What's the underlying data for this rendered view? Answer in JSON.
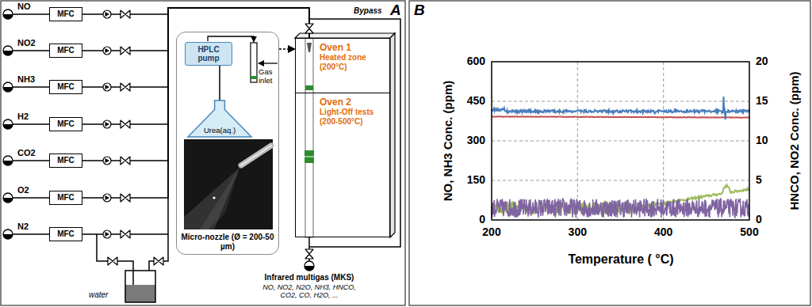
{
  "diagram": {
    "nodes": [
      {
        "text": [
          "MFC"
        ]
      },
      {
        "text": [
          "MFC"
        ]
      },
      {
        "text": [
          "MFC"
        ]
      },
      {
        "text": [
          "MFC"
        ]
      },
      {
        "text": [
          "MFC"
        ]
      },
      {
        "text": [
          "MFC"
        ]
      },
      {
        "text": [
          "MFC"
        ]
      },
      {
        "text": [
          "Micro-nozzle (Ø = 200-50 µm)"
        ]
      },
      {
        "text": [
          "HPLC pump"
        ],
        "in": 7
      },
      {
        "text": [
          "Urea(aq.)"
        ],
        "in": 7
      },
      {
        "text": [
          "Oven 1",
          "Heated zone (200°C)"
        ]
      },
      {
        "text": [
          "Oven 2",
          "Light-Off tests (200-500°C)"
        ]
      }
    ],
    "edges": [
      {
        "from": 0,
        "to": 10,
        "arrow": "none"
      },
      {
        "from": 1,
        "to": 10,
        "arrow": "none"
      },
      {
        "from": 2,
        "to": 10,
        "arrow": "none"
      },
      {
        "from": 3,
        "to": 10,
        "arrow": "none"
      },
      {
        "from": 4,
        "to": 10,
        "arrow": "none"
      },
      {
        "from": 5,
        "to": 10,
        "arrow": "none"
      },
      {
        "from": 6,
        "to": 10,
        "arrow": "none"
      },
      {
        "from": 8,
        "to": 9,
        "arrow": "none"
      },
      {
        "from": 7,
        "to": 10,
        "arrow": "to"
      }
    ],
    "labels": [
      "A",
      "NO",
      "NO2",
      "NH3",
      "H2",
      "CO2",
      "O2",
      "N2",
      "Gas inlet",
      "Bypass",
      "water",
      "Infrared multigas (MKS)",
      "NO, NO2, N2O, NH3, HNCO, CO2, CO, H2O, ...",
      "B",
      "0",
      "150",
      "300",
      "450",
      "600",
      "NO, NH3 Conc. (ppm)",
      "0",
      "5",
      "10",
      "15",
      "20",
      "HNCO, NO2 Conc. (ppm)",
      "200",
      "300",
      "400",
      "500",
      "Temperature ( °C)"
    ]
  }
}
